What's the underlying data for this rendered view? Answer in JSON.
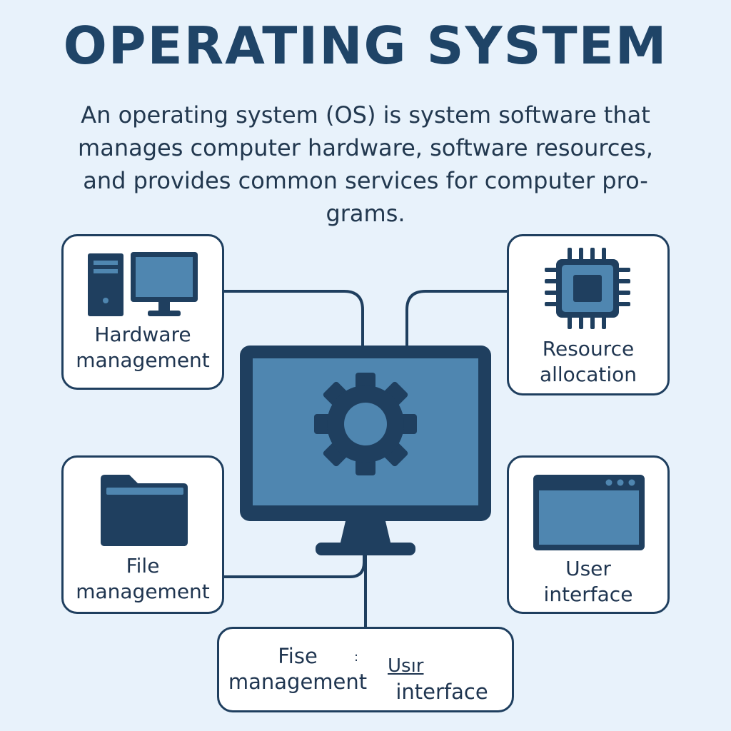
{
  "title": "OPERATING SYSTEM",
  "description": {
    "lines": [
      "An operating system (OS) is system software that",
      "manages computer hardware, software resources,",
      "and provides common services for computer pro-",
      "grams."
    ]
  },
  "cards": {
    "hardware": {
      "line1": "Hardware",
      "line2": "management",
      "icon": "computer-icon"
    },
    "resource": {
      "line1": "Resource",
      "line2": "allocation",
      "icon": "cpu-chip-icon"
    },
    "file": {
      "line1": "File",
      "line2": "management",
      "icon": "folder-icon"
    },
    "user": {
      "line1": "User",
      "line2": "interface",
      "icon": "app-window-icon"
    }
  },
  "bottom_card": {
    "left_line1": "Fise",
    "left_line2": "management",
    "separator": ":",
    "right_line1": "Usır",
    "right_line2": "interface"
  },
  "center": {
    "icon": "gear-monitor-icon"
  },
  "colors": {
    "background": "#e8f2fb",
    "dark_navy": "#1f3f5f",
    "medium_blue": "#4f86b0",
    "card_fill": "#ffffff"
  }
}
